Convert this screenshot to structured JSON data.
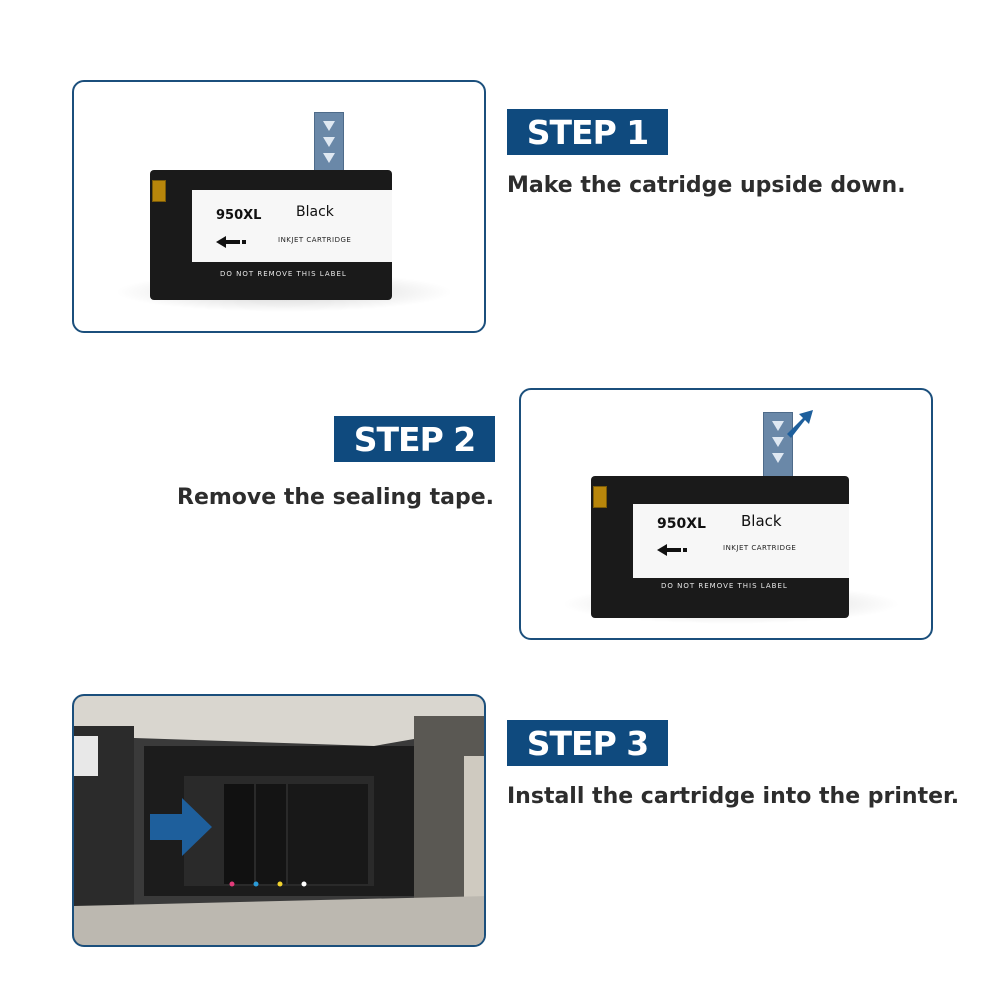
{
  "steps": [
    {
      "badge": "STEP 1",
      "instruction": "Make the catridge upside down.",
      "cartridge": {
        "code": "950XL",
        "color_name": "Black",
        "type": "INKJET CARTRIDGE",
        "warning": "DO NOT  REMOVE  THIS  LABEL"
      }
    },
    {
      "badge": "STEP 2",
      "instruction": "Remove the sealing tape.",
      "cartridge": {
        "code": "950XL",
        "color_name": "Black",
        "type": "INKJET CARTRIDGE",
        "warning": "DO NOT  REMOVE  THIS  LABEL"
      }
    },
    {
      "badge": "STEP 3",
      "instruction": "Install the cartridge into the printer."
    }
  ],
  "colors": {
    "badge_bg": "#0f4a7e",
    "frame_border": "#1b4f7c",
    "text": "#2d2d2d",
    "arrow": "#1e5f9c"
  },
  "icons": {
    "direction_arrow": "arrow-left-icon",
    "pull_arrow": "arrow-up-right-icon",
    "insert_arrow": "arrow-right-icon"
  }
}
